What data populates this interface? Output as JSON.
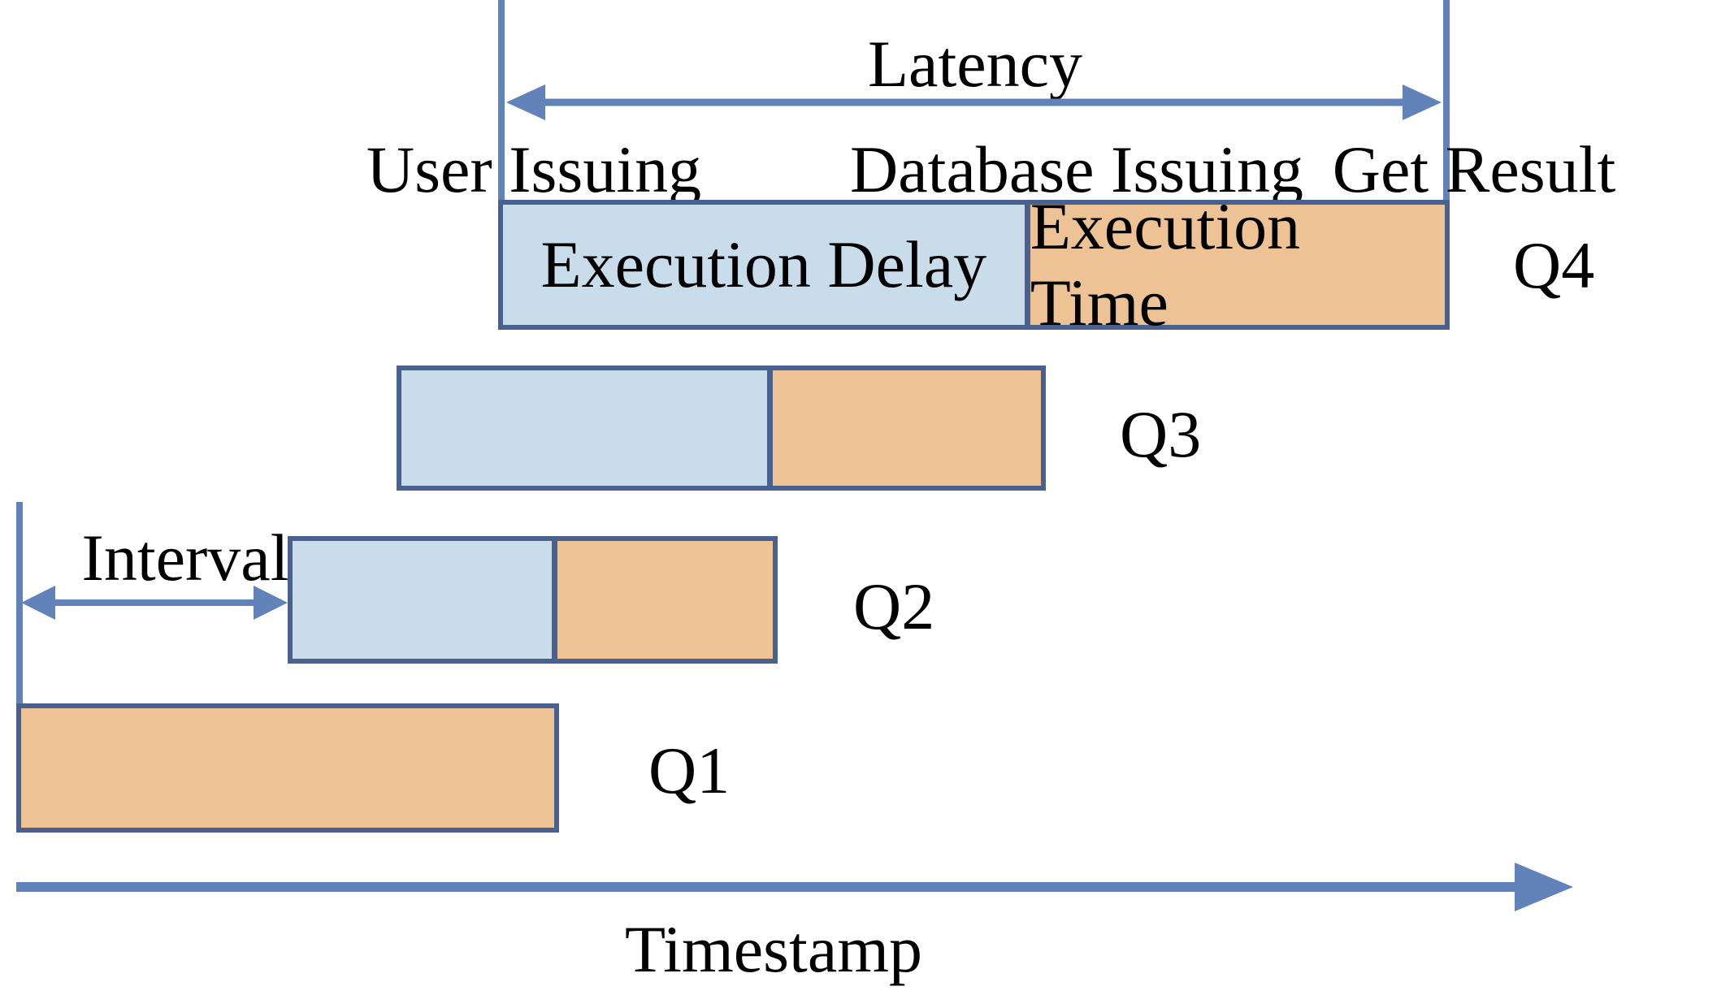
{
  "palette": {
    "delay_fill": "#c9dcea",
    "time_fill": "#edc295",
    "bar_border": "#48618f",
    "line_blue": "#6282ba",
    "text_color": "#000000",
    "background": "#ffffff"
  },
  "annotations": {
    "latency": "Latency",
    "user_issuing": "User Issuing",
    "database_issuing": "Database Issuing",
    "get_result": "Get Result",
    "interval": "Interval",
    "timestamp_axis": "Timestamp"
  },
  "segments": {
    "delay": "Execution Delay",
    "time": "Execution Time"
  },
  "queries": [
    {
      "label": "Q1"
    },
    {
      "label": "Q2"
    },
    {
      "label": "Q3"
    },
    {
      "label": "Q4"
    }
  ]
}
